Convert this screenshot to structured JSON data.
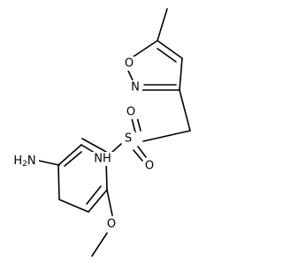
{
  "molecule": {
    "atoms": {
      "O_ring": "O",
      "N_ring": "N",
      "S": "S",
      "O_sulfonyl_top": "O",
      "O_sulfonyl_bottom": "O",
      "NH": "NH",
      "H2N": "H2N",
      "O_methoxy": "O"
    }
  }
}
